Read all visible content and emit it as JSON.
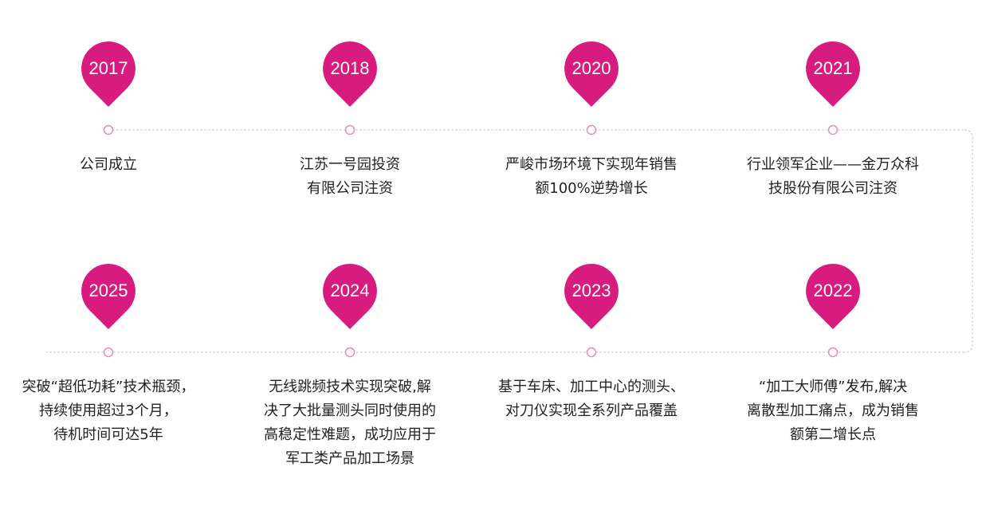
{
  "colors": {
    "accent": "#d81b7e",
    "line": "#c9c9c9",
    "text": "#222222"
  },
  "milestones": [
    {
      "year": "2017",
      "lines": [
        "公司成立"
      ]
    },
    {
      "year": "2018",
      "lines": [
        "江苏一号园投资",
        "有限公司注资"
      ]
    },
    {
      "year": "2020",
      "lines": [
        "严峻市场环境下实现年销售",
        "额100%逆势增长"
      ]
    },
    {
      "year": "2021",
      "lines": [
        "行业领军企业——金万众科",
        "技股份有限公司注资"
      ]
    },
    {
      "year": "2025",
      "lines": [
        "突破“超低功耗”技术瓶颈，",
        "持续使用超过3个月，",
        "待机时间可达5年"
      ]
    },
    {
      "year": "2024",
      "lines": [
        "无线跳频技术实现突破,解",
        "决了大批量测头同时使用的",
        "高稳定性难题，成功应用于",
        "军工类产品加工场景"
      ]
    },
    {
      "year": "2023",
      "lines": [
        "基于车床、加工中心的测头、",
        "对刀仪实现全系列产品覆盖"
      ]
    },
    {
      "year": "2022",
      "lines": [
        "“加工大师傅”发布,解决",
        "离散型加工痛点，成为销售",
        "额第二增长点"
      ]
    }
  ]
}
